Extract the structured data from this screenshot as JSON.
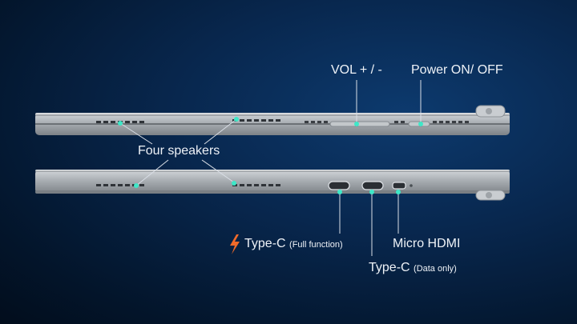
{
  "labels": {
    "vol": "VOL + / -",
    "power": "Power ON/ OFF",
    "speakers": "Four speakers",
    "typec_full_main": "Type-C",
    "typec_full_note": "(Full function)",
    "micro_hdmi": "Micro HDMI",
    "typec_data_main": "Type-C",
    "typec_data_note": "(Data only)"
  },
  "icons": {
    "bolt": "lightning-bolt-icon"
  },
  "colors": {
    "accent_dot": "#3ee8c8",
    "bolt": "#f06a2a",
    "leader": "#d9dee6"
  }
}
